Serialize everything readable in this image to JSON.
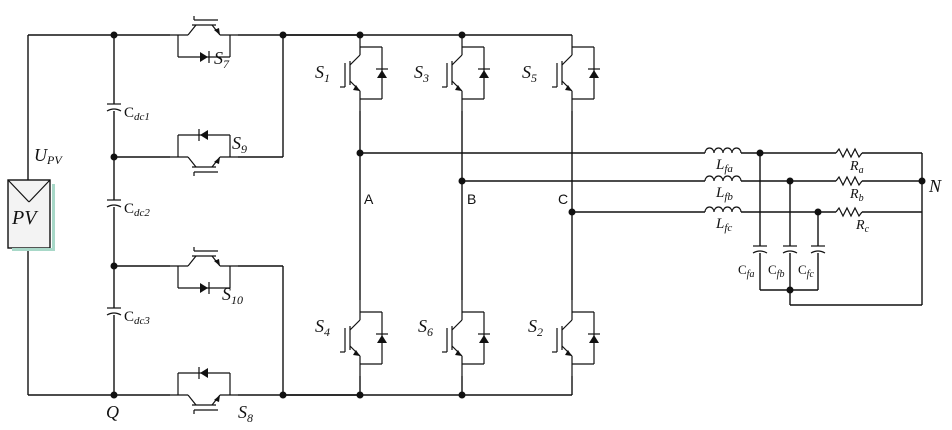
{
  "labels": {
    "upv_main": "U",
    "upv_sub": "PV",
    "pv": "PV",
    "q": "Q",
    "n": "N",
    "node_a": "A",
    "node_b": "B",
    "node_c": "C",
    "cap_prefix": "C",
    "cdc1_sub": "dc1",
    "cdc2_sub": "dc2",
    "cdc3_sub": "dc3",
    "s_main": "S",
    "s7_sub": "7",
    "s9_sub": "9",
    "s10_sub": "10",
    "s8_sub": "8",
    "s1_sub": "1",
    "s3_sub": "3",
    "s5_sub": "5",
    "s4_sub": "4",
    "s6_sub": "6",
    "s2_sub": "2",
    "l_main": "L",
    "lfa_sub": "fa",
    "lfb_sub": "fb",
    "lfc_sub": "fc",
    "r_main": "R",
    "ra_sub": "a",
    "rb_sub": "b",
    "rc_sub": "c",
    "cfa_sub": "fa",
    "cfb_sub": "fb",
    "cfc_sub": "fc"
  }
}
